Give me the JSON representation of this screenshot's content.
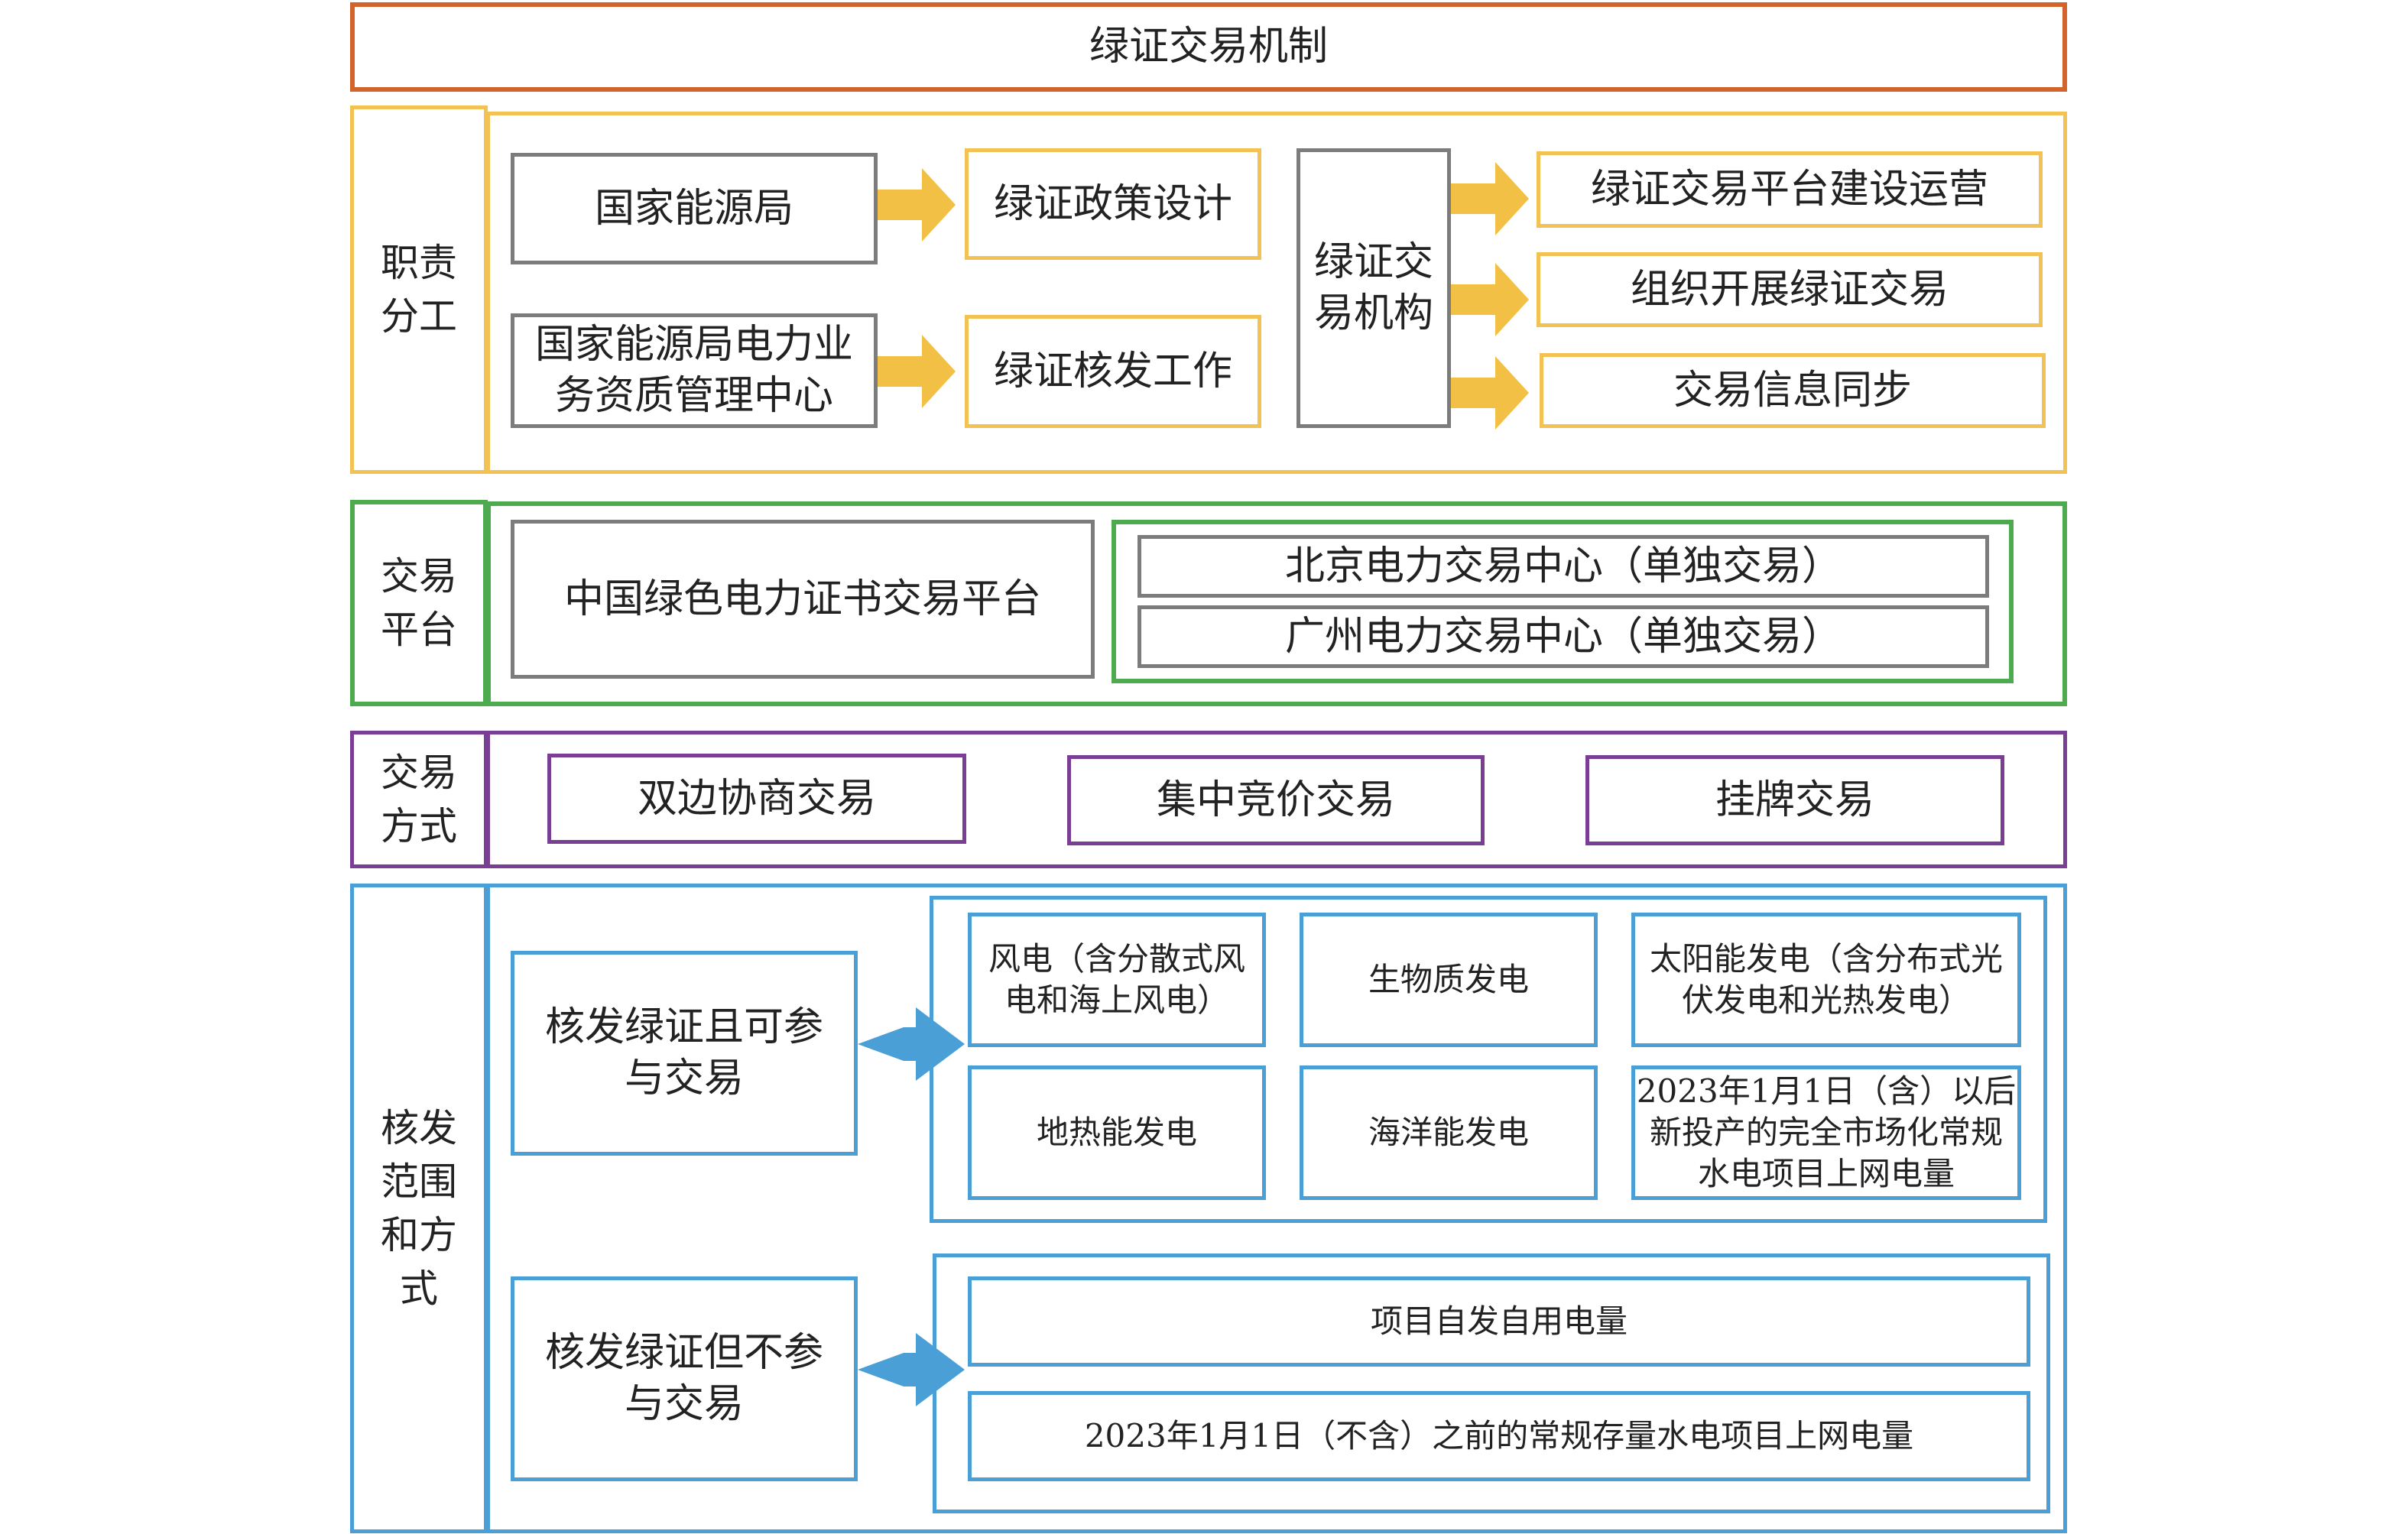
{
  "colors": {
    "title_border": "#D4622B",
    "duty_border": "#F2C255",
    "org_border": "#7C7C7C",
    "platform_border": "#4DAA4E",
    "mode_border": "#7A3E94",
    "scope_border": "#4A9FD6",
    "duty_arrow": "#F2C044",
    "scope_arrow": "#4A9FD6"
  },
  "title": "绿证交易机制",
  "duty": {
    "label": "职责\n分工",
    "orgs": [
      {
        "name": "国家能源局",
        "task": "绿证政策设计"
      },
      {
        "name": "国家能源局电力业\n务资质管理中心",
        "task": "绿证核发工作"
      }
    ],
    "institution": "绿证交\n易机构",
    "institution_tasks": [
      "绿证交易平台建设运营",
      "组织开展绿证交易",
      "交易信息同步"
    ]
  },
  "platform": {
    "label": "交易\n平台",
    "main": "中国绿色电力证书交易平台",
    "centers": [
      "北京电力交易中心（单独交易）",
      "广州电力交易中心（单独交易）"
    ]
  },
  "mode": {
    "label": "交易\n方式",
    "items": [
      "双边协商交易",
      "集中竞价交易",
      "挂牌交易"
    ]
  },
  "scope": {
    "label": "核发\n范围\n和方\n式",
    "tradable": {
      "label": "核发绿证且可参\n与交易",
      "items": [
        "风电（含分散式风\n电和海上风电）",
        "生物质发电",
        "太阳能发电（含分布式光\n伏发电和光热发电）",
        "地热能发电",
        "海洋能发电",
        "2023年1月1日（含）以后\n新投产的完全市场化常规\n水电项目上网电量"
      ]
    },
    "non_tradable": {
      "label": "核发绿证但不参\n与交易",
      "items": [
        "项目自发自用电量",
        "2023年1月1日（不含）之前的常规存量水电项目上网电量"
      ]
    }
  }
}
